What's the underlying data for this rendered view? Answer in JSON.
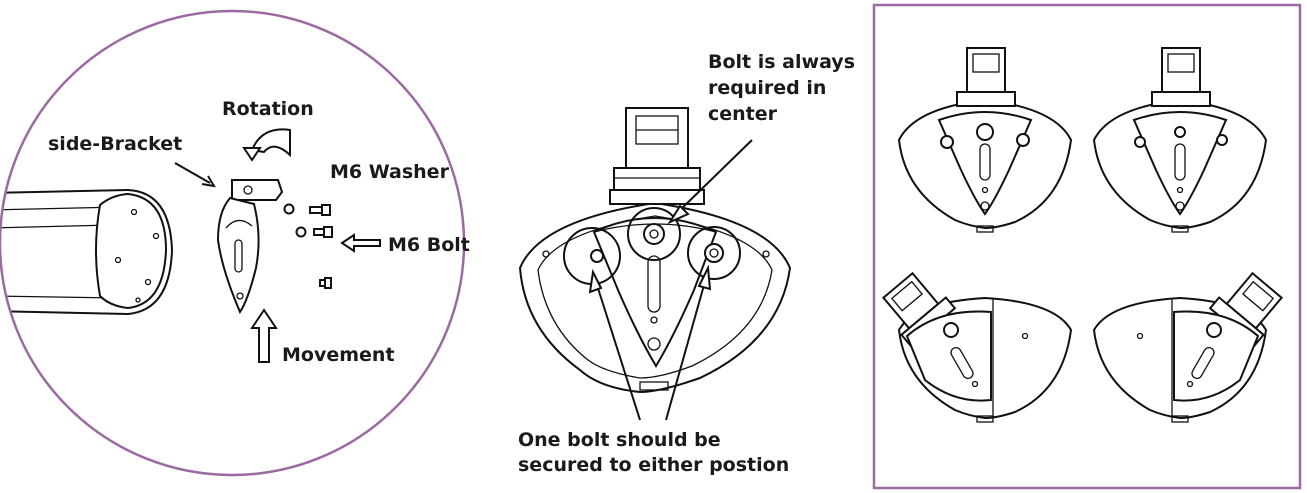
{
  "panel_left": {
    "labels": {
      "rotation": "Rotation",
      "side_bracket": "side-Bracket",
      "m6_washer": "M6 Washer",
      "m6_bolt": "M6 Bolt",
      "movement": "Movement"
    }
  },
  "panel_middle": {
    "callout_top": [
      "Bolt is always",
      "required in",
      "center"
    ],
    "callout_bottom": [
      "One bolt should be",
      "secured to either postion"
    ]
  },
  "colors": {
    "accent_border": "#9b6aa3",
    "line": "#111111"
  }
}
